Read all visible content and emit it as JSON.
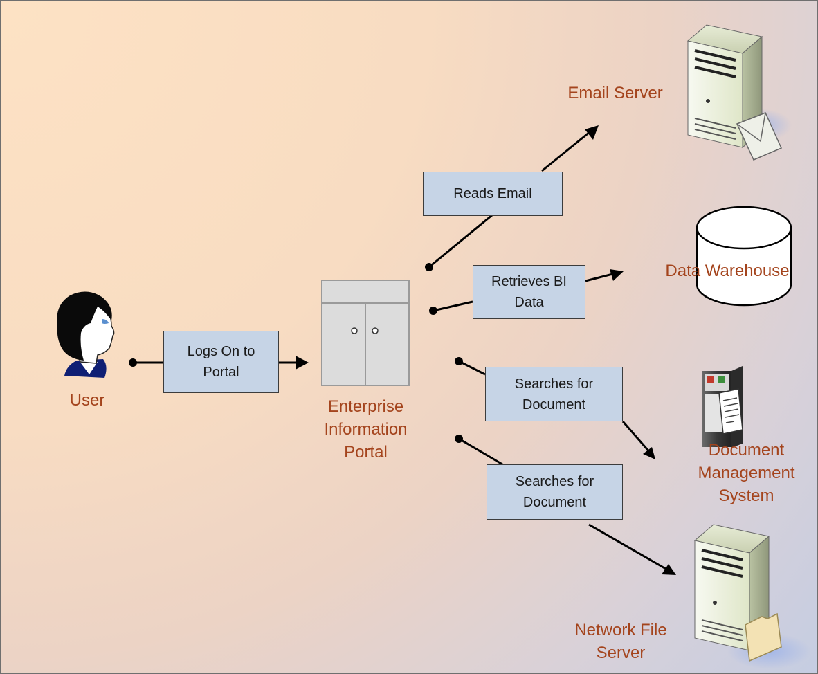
{
  "colors": {
    "label_text": "#a4441d",
    "box_fill": "#c6d4e6",
    "box_border": "#3c3c3c",
    "arrow": "#000000"
  },
  "actions": {
    "logs_on_line1": "Logs On to",
    "logs_on_line2": "Portal",
    "reads_email": "Reads Email",
    "retrieves_line1": "Retrieves BI",
    "retrieves_line2": "Data",
    "searches1_line1": "Searches for",
    "searches1_line2": "Document",
    "searches2_line1": "Searches for",
    "searches2_line2": "Document"
  },
  "nodes": {
    "user": "User",
    "portal_line1": "Enterprise",
    "portal_line2": "Information",
    "portal_line3": "Portal",
    "email_server": "Email Server",
    "data_warehouse": "Data Warehouse",
    "dms_line1": "Document",
    "dms_line2": "Management",
    "dms_line3": "System",
    "nfs_line1": "Network File",
    "nfs_line2": "Server"
  },
  "icons": [
    "user-icon",
    "portal-cabinet-icon",
    "email-server-icon",
    "database-cylinder-icon",
    "document-system-icon",
    "file-server-icon"
  ]
}
